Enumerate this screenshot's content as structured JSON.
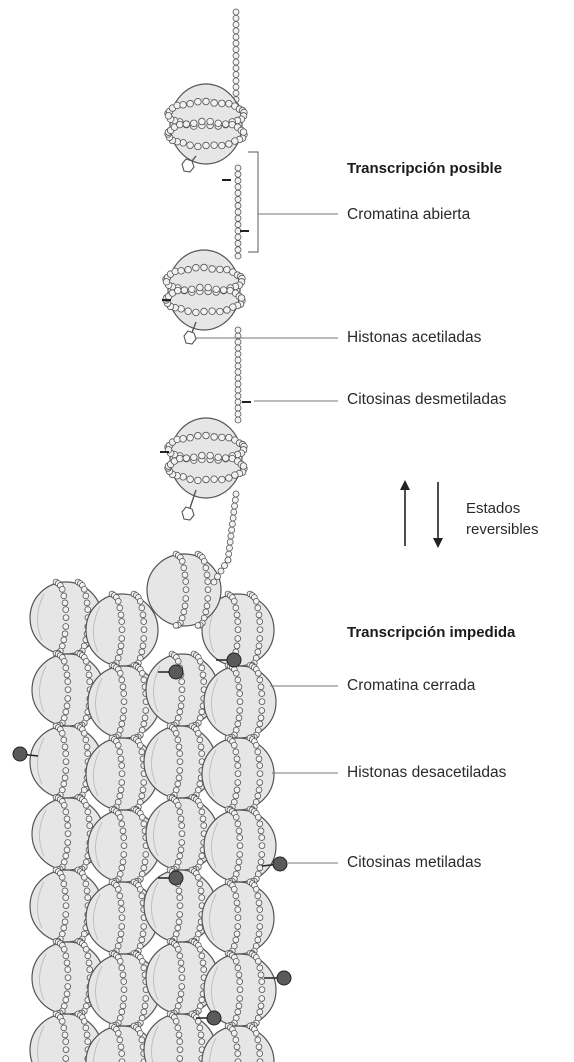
{
  "open_state": {
    "heading": "Transcripción posible",
    "open_chromatin": "Cromatina abierta",
    "acetylated_histones": "Histonas acetiladas",
    "demethylated_cytosines": "Citosinas desmetiladas"
  },
  "transition": {
    "line1": "Estados",
    "line2": "reversibles"
  },
  "closed_state": {
    "heading": "Transcripción impedida",
    "closed_chromatin": "Cromatina cerrada",
    "deacetylated_histones": "Histonas desacetiladas",
    "methylated_cytosines": "Citosinas metiladas"
  },
  "colors": {
    "nucleosome_fill": "#e6e6e6",
    "bead_fill": "#f2f2f2",
    "outline": "#555555",
    "methyl_group": "#5a5a5a",
    "acetyl_group": "#ffffff",
    "leader_line": "#777777"
  }
}
